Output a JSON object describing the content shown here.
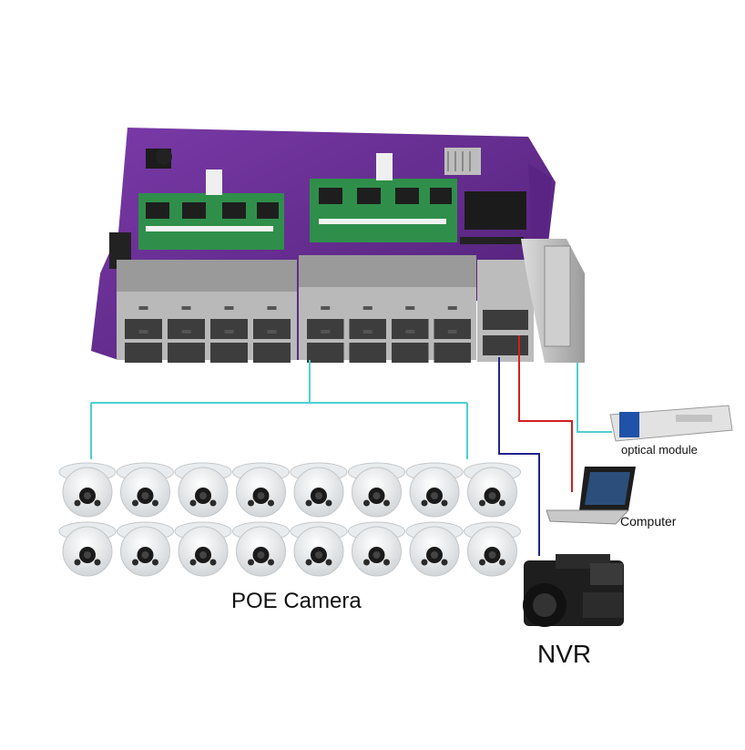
{
  "labels": {
    "optical_module": "optical module",
    "computer": "Computer",
    "poe_camera": "POE Camera",
    "nvr": "NVR"
  },
  "colors": {
    "pcb": "#6a2f94",
    "daughter_board": "#2f8f4a",
    "rj45_housing": "#c9c9c9",
    "link_poe": "#4fd0d0",
    "link_nvr": "#23238c",
    "link_computer": "#d21f1f",
    "link_optical": "#4fd0d0"
  },
  "cameras": {
    "rows": 2,
    "per_row": 8,
    "total": 16
  },
  "rj45_ports": 16,
  "extra_ports": 2,
  "sfp_ports": 1
}
